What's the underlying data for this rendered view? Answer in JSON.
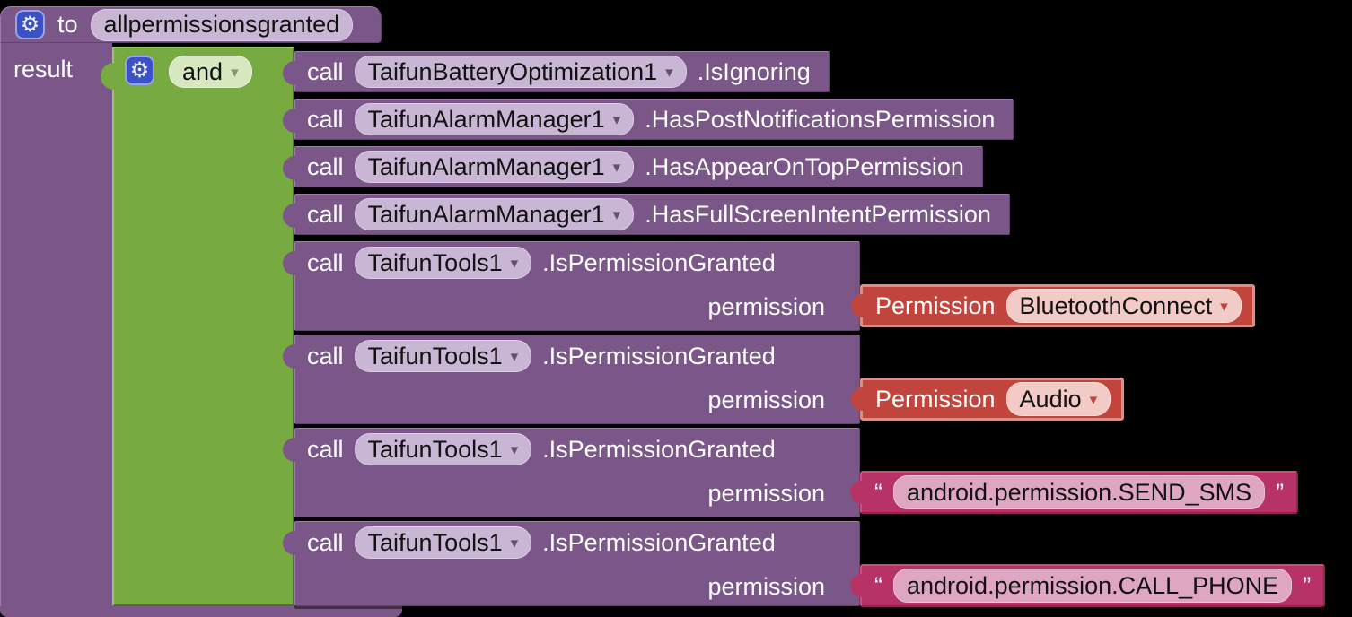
{
  "workspace": {
    "background": "#000000"
  },
  "colors": {
    "procedure_block": "#7a5689",
    "call_block": "#7b5789",
    "field_pill": "#c9b5d4",
    "logic_block": "#77ab41",
    "logic_pill": "#d7e8c0",
    "mutator_icon_bg": "#3d51c6",
    "permission_block": "#c2453d",
    "permission_block_border": "#dd8e86",
    "permission_pill": "#f2cac6",
    "text_block": "#b73366",
    "text_pill": "#dfa6c2"
  },
  "icons": {
    "gear": "⚙",
    "dropdown_arrow": "▾"
  },
  "procedure": {
    "keyword": "to",
    "name": "allpermissionsgranted",
    "result_label": "result"
  },
  "logic": {
    "operator": "and"
  },
  "calls": [
    {
      "keyword": "call",
      "component": "TaifunBatteryOptimization1",
      "method": ".IsIgnoring"
    },
    {
      "keyword": "call",
      "component": "TaifunAlarmManager1",
      "method": ".HasPostNotificationsPermission"
    },
    {
      "keyword": "call",
      "component": "TaifunAlarmManager1",
      "method": ".HasAppearOnTopPermission"
    },
    {
      "keyword": "call",
      "component": "TaifunAlarmManager1",
      "method": ".HasFullScreenIntentPermission"
    },
    {
      "keyword": "call",
      "component": "TaifunTools1",
      "method": ".IsPermissionGranted",
      "param": "permission",
      "value": {
        "type": "permission_dropdown",
        "label": "Permission",
        "option": "BluetoothConnect"
      }
    },
    {
      "keyword": "call",
      "component": "TaifunTools1",
      "method": ".IsPermissionGranted",
      "param": "permission",
      "value": {
        "type": "permission_dropdown",
        "label": "Permission",
        "option": "Audio"
      }
    },
    {
      "keyword": "call",
      "component": "TaifunTools1",
      "method": ".IsPermissionGranted",
      "param": "permission",
      "value": {
        "type": "text_string",
        "open_quote": "“",
        "close_quote": "”",
        "text": "android.permission.SEND_SMS"
      }
    },
    {
      "keyword": "call",
      "component": "TaifunTools1",
      "method": ".IsPermissionGranted",
      "param": "permission",
      "value": {
        "type": "text_string",
        "open_quote": "“",
        "close_quote": "”",
        "text": "android.permission.CALL_PHONE"
      }
    }
  ]
}
